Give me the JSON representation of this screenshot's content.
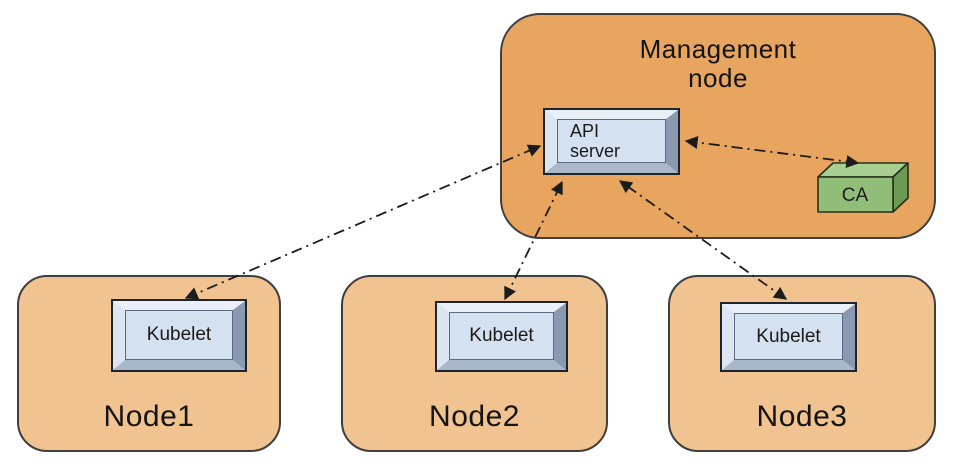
{
  "diagram": {
    "type": "architecture-diagram",
    "management_node": {
      "label": "Management node",
      "api_server_label": "API\nserver",
      "ca_label": "CA"
    },
    "nodes": [
      {
        "label": "Node1",
        "component_label": "Kubelet"
      },
      {
        "label": "Node2",
        "component_label": "Kubelet"
      },
      {
        "label": "Node3",
        "component_label": "Kubelet"
      }
    ],
    "connections": [
      {
        "from": "API server",
        "to": "Kubelet (Node1)",
        "style": "dash-dot",
        "bidirectional": true
      },
      {
        "from": "API server",
        "to": "Kubelet (Node2)",
        "style": "dash-dot",
        "bidirectional": true
      },
      {
        "from": "API server",
        "to": "Kubelet (Node3)",
        "style": "dash-dot",
        "bidirectional": true
      },
      {
        "from": "API server",
        "to": "CA",
        "style": "dash-dot",
        "bidirectional": true
      }
    ],
    "colors": {
      "management_node_fill": "#E7A55F",
      "worker_node_fill": "#F0C391",
      "device_face": "#D4E1F1",
      "ca_front": "#90BE78",
      "ca_top": "#A8CF90",
      "ca_side": "#6C9A54",
      "arrow": "#1C1C1C",
      "outline": "#3F3F3F"
    }
  }
}
